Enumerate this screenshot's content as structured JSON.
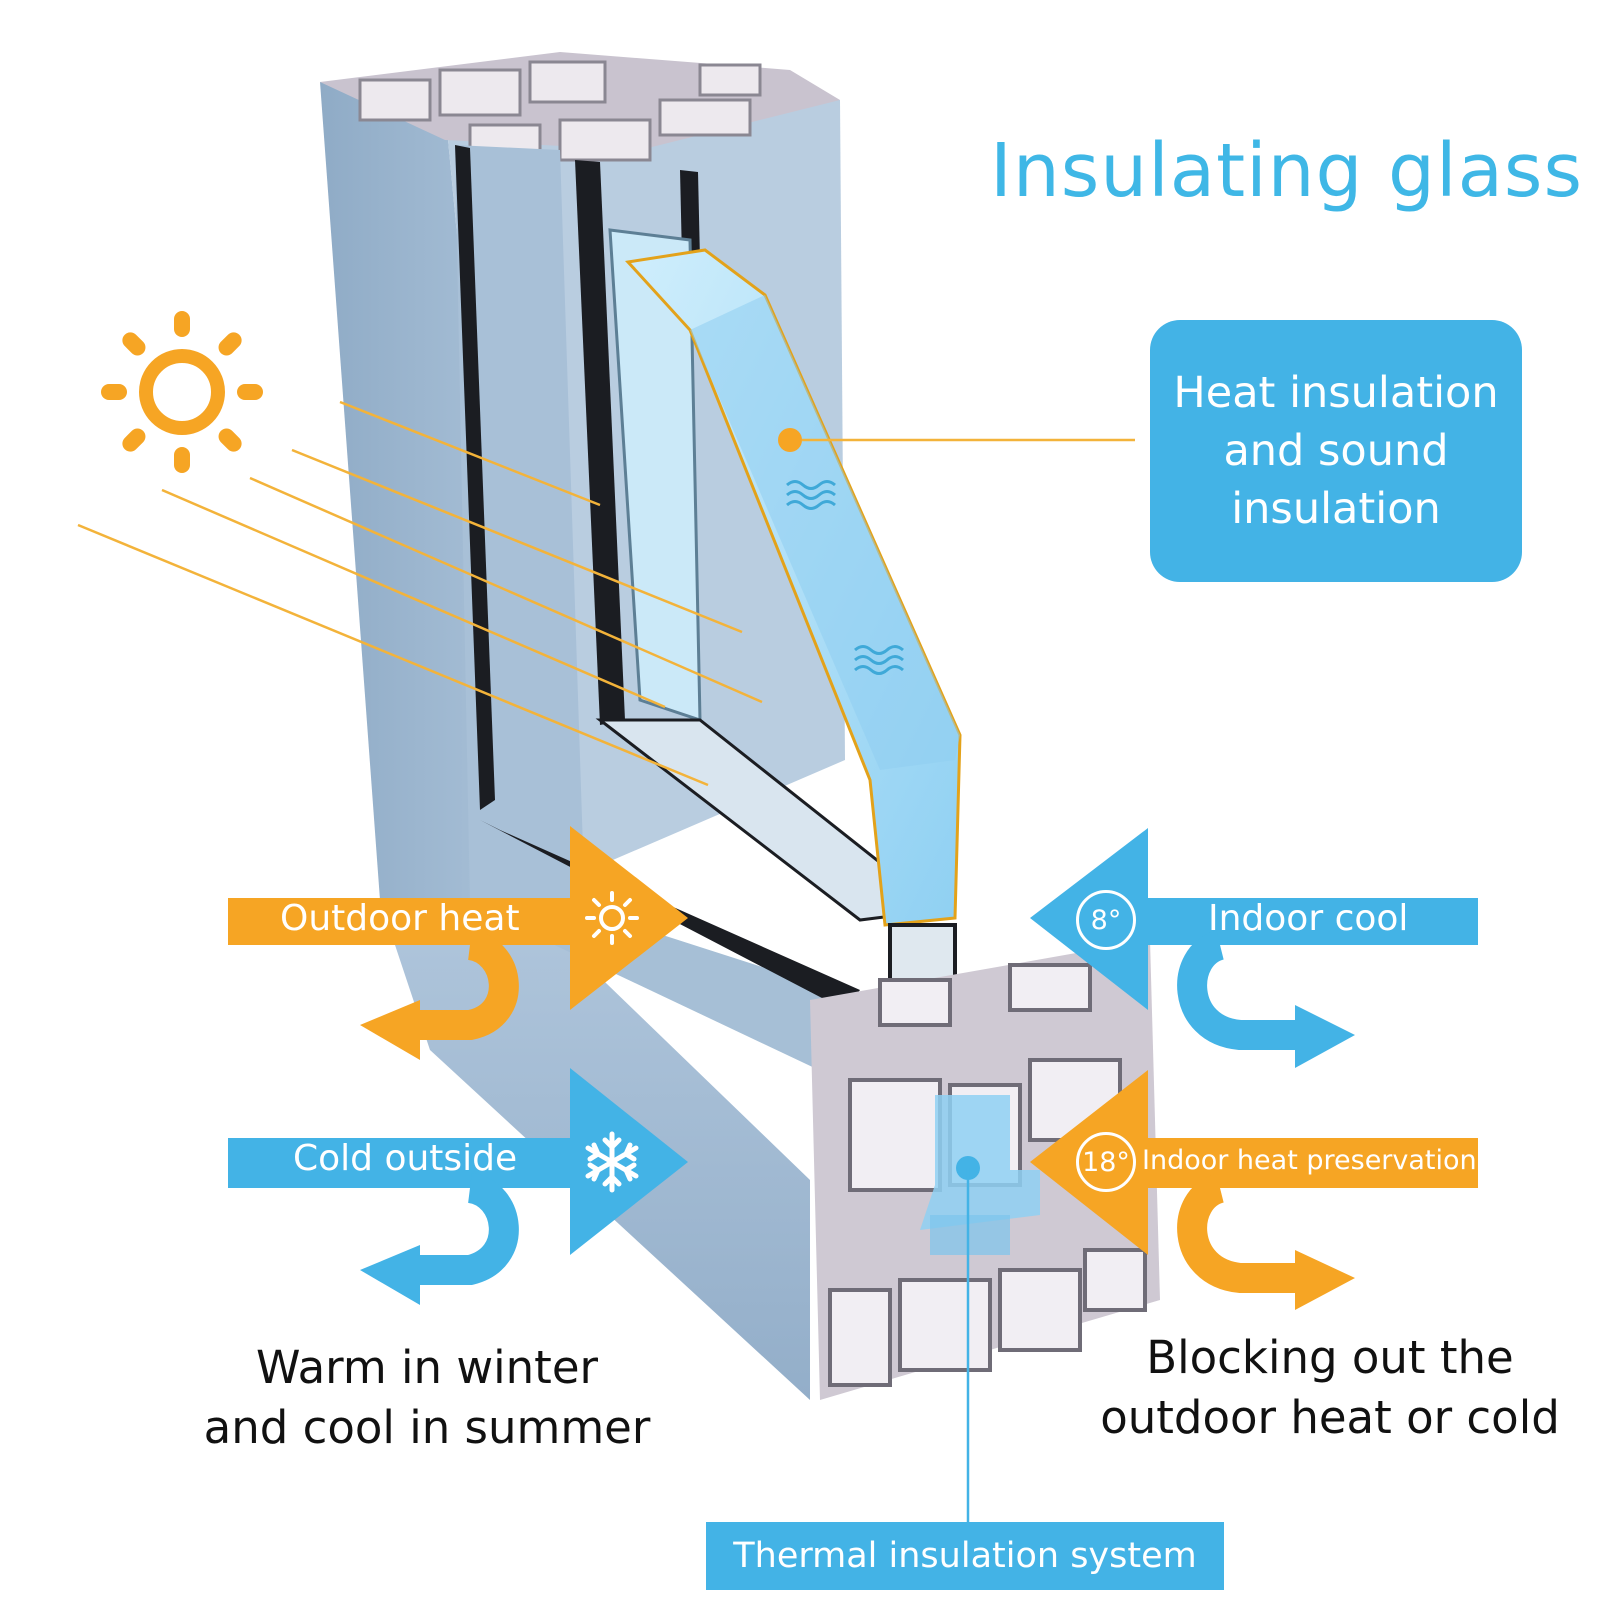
{
  "title": "Insulating glass",
  "callout": {
    "lines": [
      "Heat insulation",
      "and sound",
      "insulation"
    ]
  },
  "labels": {
    "outdoor_heat": "Outdoor heat",
    "cold_outside": "Cold outside",
    "indoor_cool": "Indoor cool",
    "indoor_heat_preservation": "Indoor heat preservation",
    "indoor_cool_temp": "8°",
    "indoor_heat_temp": "18°"
  },
  "captions": {
    "left": [
      "Warm in winter",
      "and cool in summer"
    ],
    "right": [
      "Blocking out the",
      "outdoor heat or cold"
    ]
  },
  "bottom_label": "Thermal insulation system",
  "icons": [
    "sun-icon",
    "small-sun-icon",
    "snowflake-icon",
    "wave-icon"
  ],
  "colors": {
    "blue": "#43b3e6",
    "orange": "#f6a524",
    "frame": "#9db7cf",
    "glass": "#a9dcf6",
    "title": "#3fb7e6"
  }
}
